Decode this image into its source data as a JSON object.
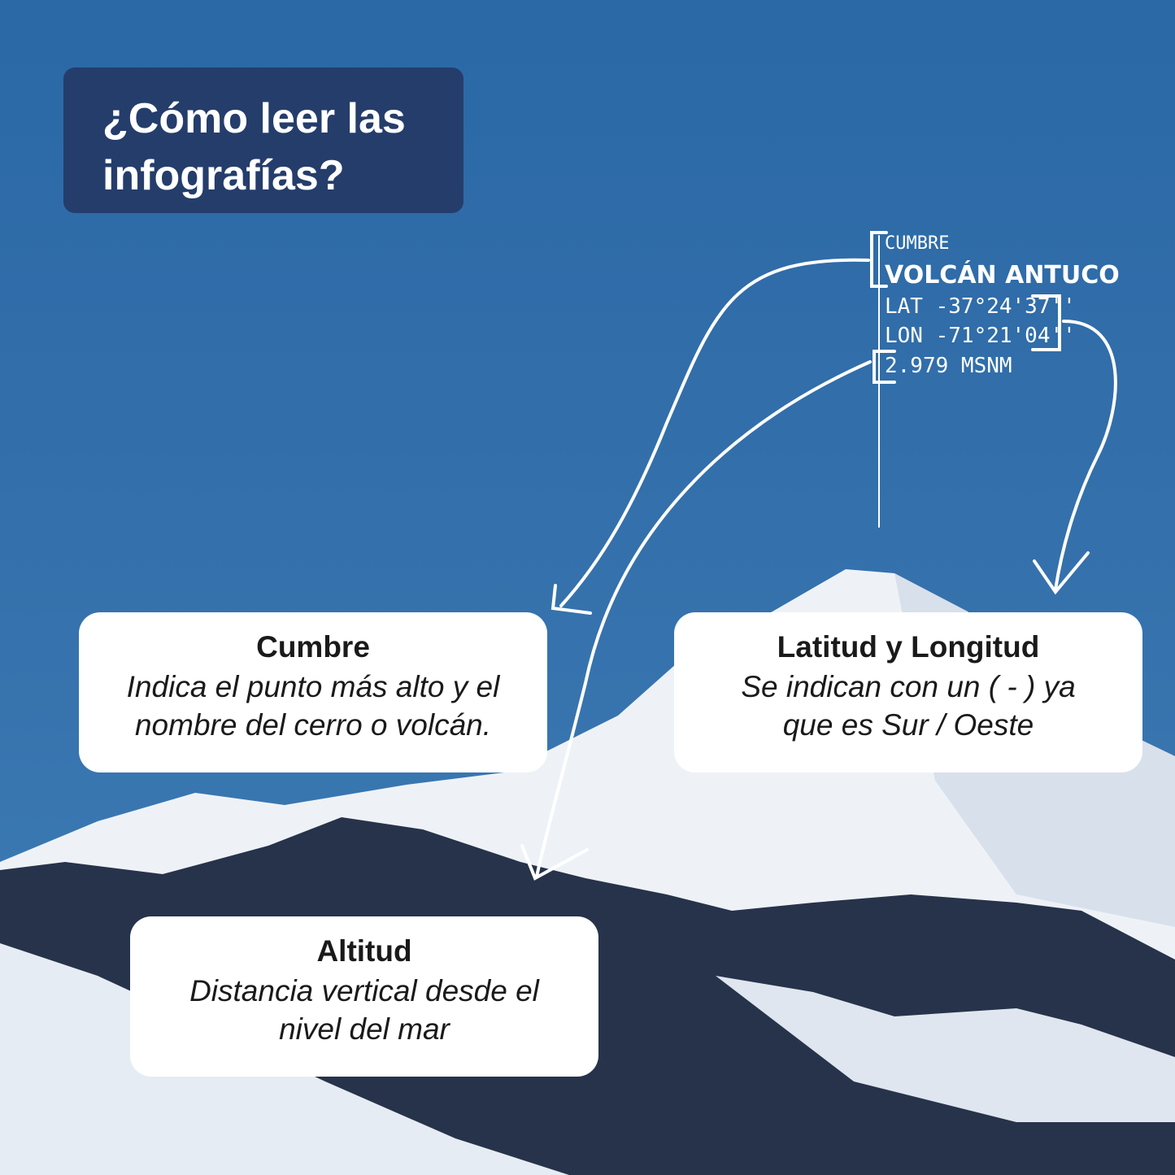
{
  "title": "¿Cómo leer las infografías?",
  "summit_label": {
    "kind": "CUMBRE",
    "name": "VOLCÁN ANTUCO",
    "lat": "LAT -37°24'37''",
    "lon": "LON -71°21'04''",
    "altitude": "2.979 MSNM"
  },
  "cards": [
    {
      "heading": "Cumbre",
      "line1": "Indica el punto más alto y el",
      "line2": "nombre del cerro o volcán."
    },
    {
      "heading": "Latitud y Longitud",
      "line1": "Se indican con un ( - ) ya",
      "line2": "que es Sur / Oeste"
    },
    {
      "heading": "Altitud",
      "line1": "Distancia vertical desde el",
      "line2": "nivel del mar"
    }
  ],
  "colors": {
    "sky": "#3470ab",
    "title_bg": "#253d6b",
    "snow": "#f2f5f9",
    "rock": "#1f2a3d"
  }
}
